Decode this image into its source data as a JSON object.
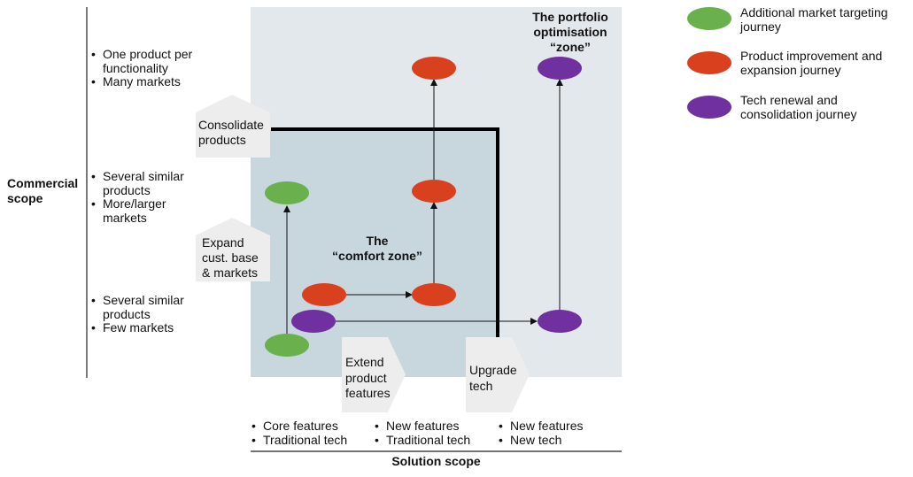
{
  "y_axis": {
    "title": "Commercial\nscope",
    "rows": [
      {
        "items": [
          "One product per\nfunctionality",
          "Many markets"
        ]
      },
      {
        "items": [
          "Several similar\nproducts",
          "More/larger\nmarkets"
        ]
      },
      {
        "items": [
          "Several similar\nproducts",
          "Few markets"
        ]
      }
    ]
  },
  "x_axis": {
    "title": "Solution scope",
    "columns": [
      {
        "items": [
          "Core features",
          "Traditional tech"
        ]
      },
      {
        "items": [
          "New features",
          "Traditional tech"
        ]
      },
      {
        "items": [
          "New features",
          "New tech"
        ]
      }
    ]
  },
  "zones": {
    "portfolio": "The portfolio\noptimisation\n“zone”",
    "comfort": "The\n“comfort zone”"
  },
  "move_labels": {
    "consolidate": "Consolidate\nproducts",
    "expand": "Expand\ncust. base\n& markets",
    "extend": "Extend\nproduct\nfeatures",
    "upgrade": "Upgrade\ntech"
  },
  "legend": [
    {
      "label": "Additional market targeting\njourney",
      "color": "#6ab04c"
    },
    {
      "label": "Product improvement and\nexpansion journey",
      "color": "#d9411e"
    },
    {
      "label": "Tech renewal and\nconsolidation journey",
      "color": "#7030a0"
    }
  ],
  "colors": {
    "outer_zone": "#e3e8ec",
    "comfort_zone": "#c8d6de",
    "arrow_shape": "#ededed",
    "green": "#6ab04c",
    "red": "#d9411e",
    "purple": "#7030a0"
  }
}
